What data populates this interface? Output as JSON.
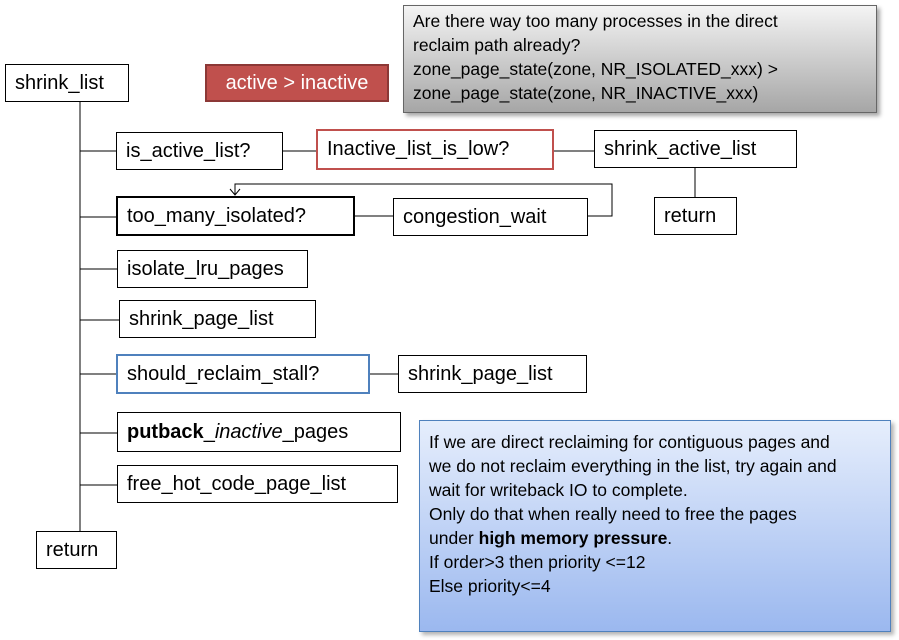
{
  "nodes": {
    "shrink_list": "shrink_list",
    "active_tag": "active > inactive",
    "is_active_list": "is_active_list?",
    "inactive_list_is_low": "Inactive_list_is_low?",
    "shrink_active_list": "shrink_active_list",
    "too_many_isolated": "too_many_isolated?",
    "congestion_wait": "congestion_wait",
    "return_right": "return",
    "isolate_lru_pages": "isolate_lru_pages",
    "shrink_page_list_1": "shrink_page_list",
    "should_reclaim_stall": "should_reclaim_stall?",
    "shrink_page_list_2": "shrink_page_list",
    "putback_bold": "putback",
    "putback_sep1": "_",
    "putback_italic": "inactive",
    "putback_rest": "_pages",
    "free_hot_code_page_list": "free_hot_code_page_list",
    "return_bottom": "return"
  },
  "notes": {
    "isolated": {
      "lines": [
        "Are there way too many processes in the direct",
        "reclaim path already?",
        "zone_page_state(zone,  NR_ISOLATED_xxx)  >",
        "zone_page_state(zone,  NR_INACTIVE_xxx)"
      ]
    },
    "stall": {
      "line1": "If we are direct reclaiming for contiguous pages and",
      "line2": "we do not reclaim everything in the list, try again and",
      "line3": "wait for writeback IO to complete.",
      "line4": "Only do that when really need to free the pages",
      "line5_pre": "under ",
      "line5_bold": "high memory pressure",
      "line5_post": ".",
      "line6": "If order>3  then priority <=12",
      "line7": "Else priority<=4"
    }
  }
}
